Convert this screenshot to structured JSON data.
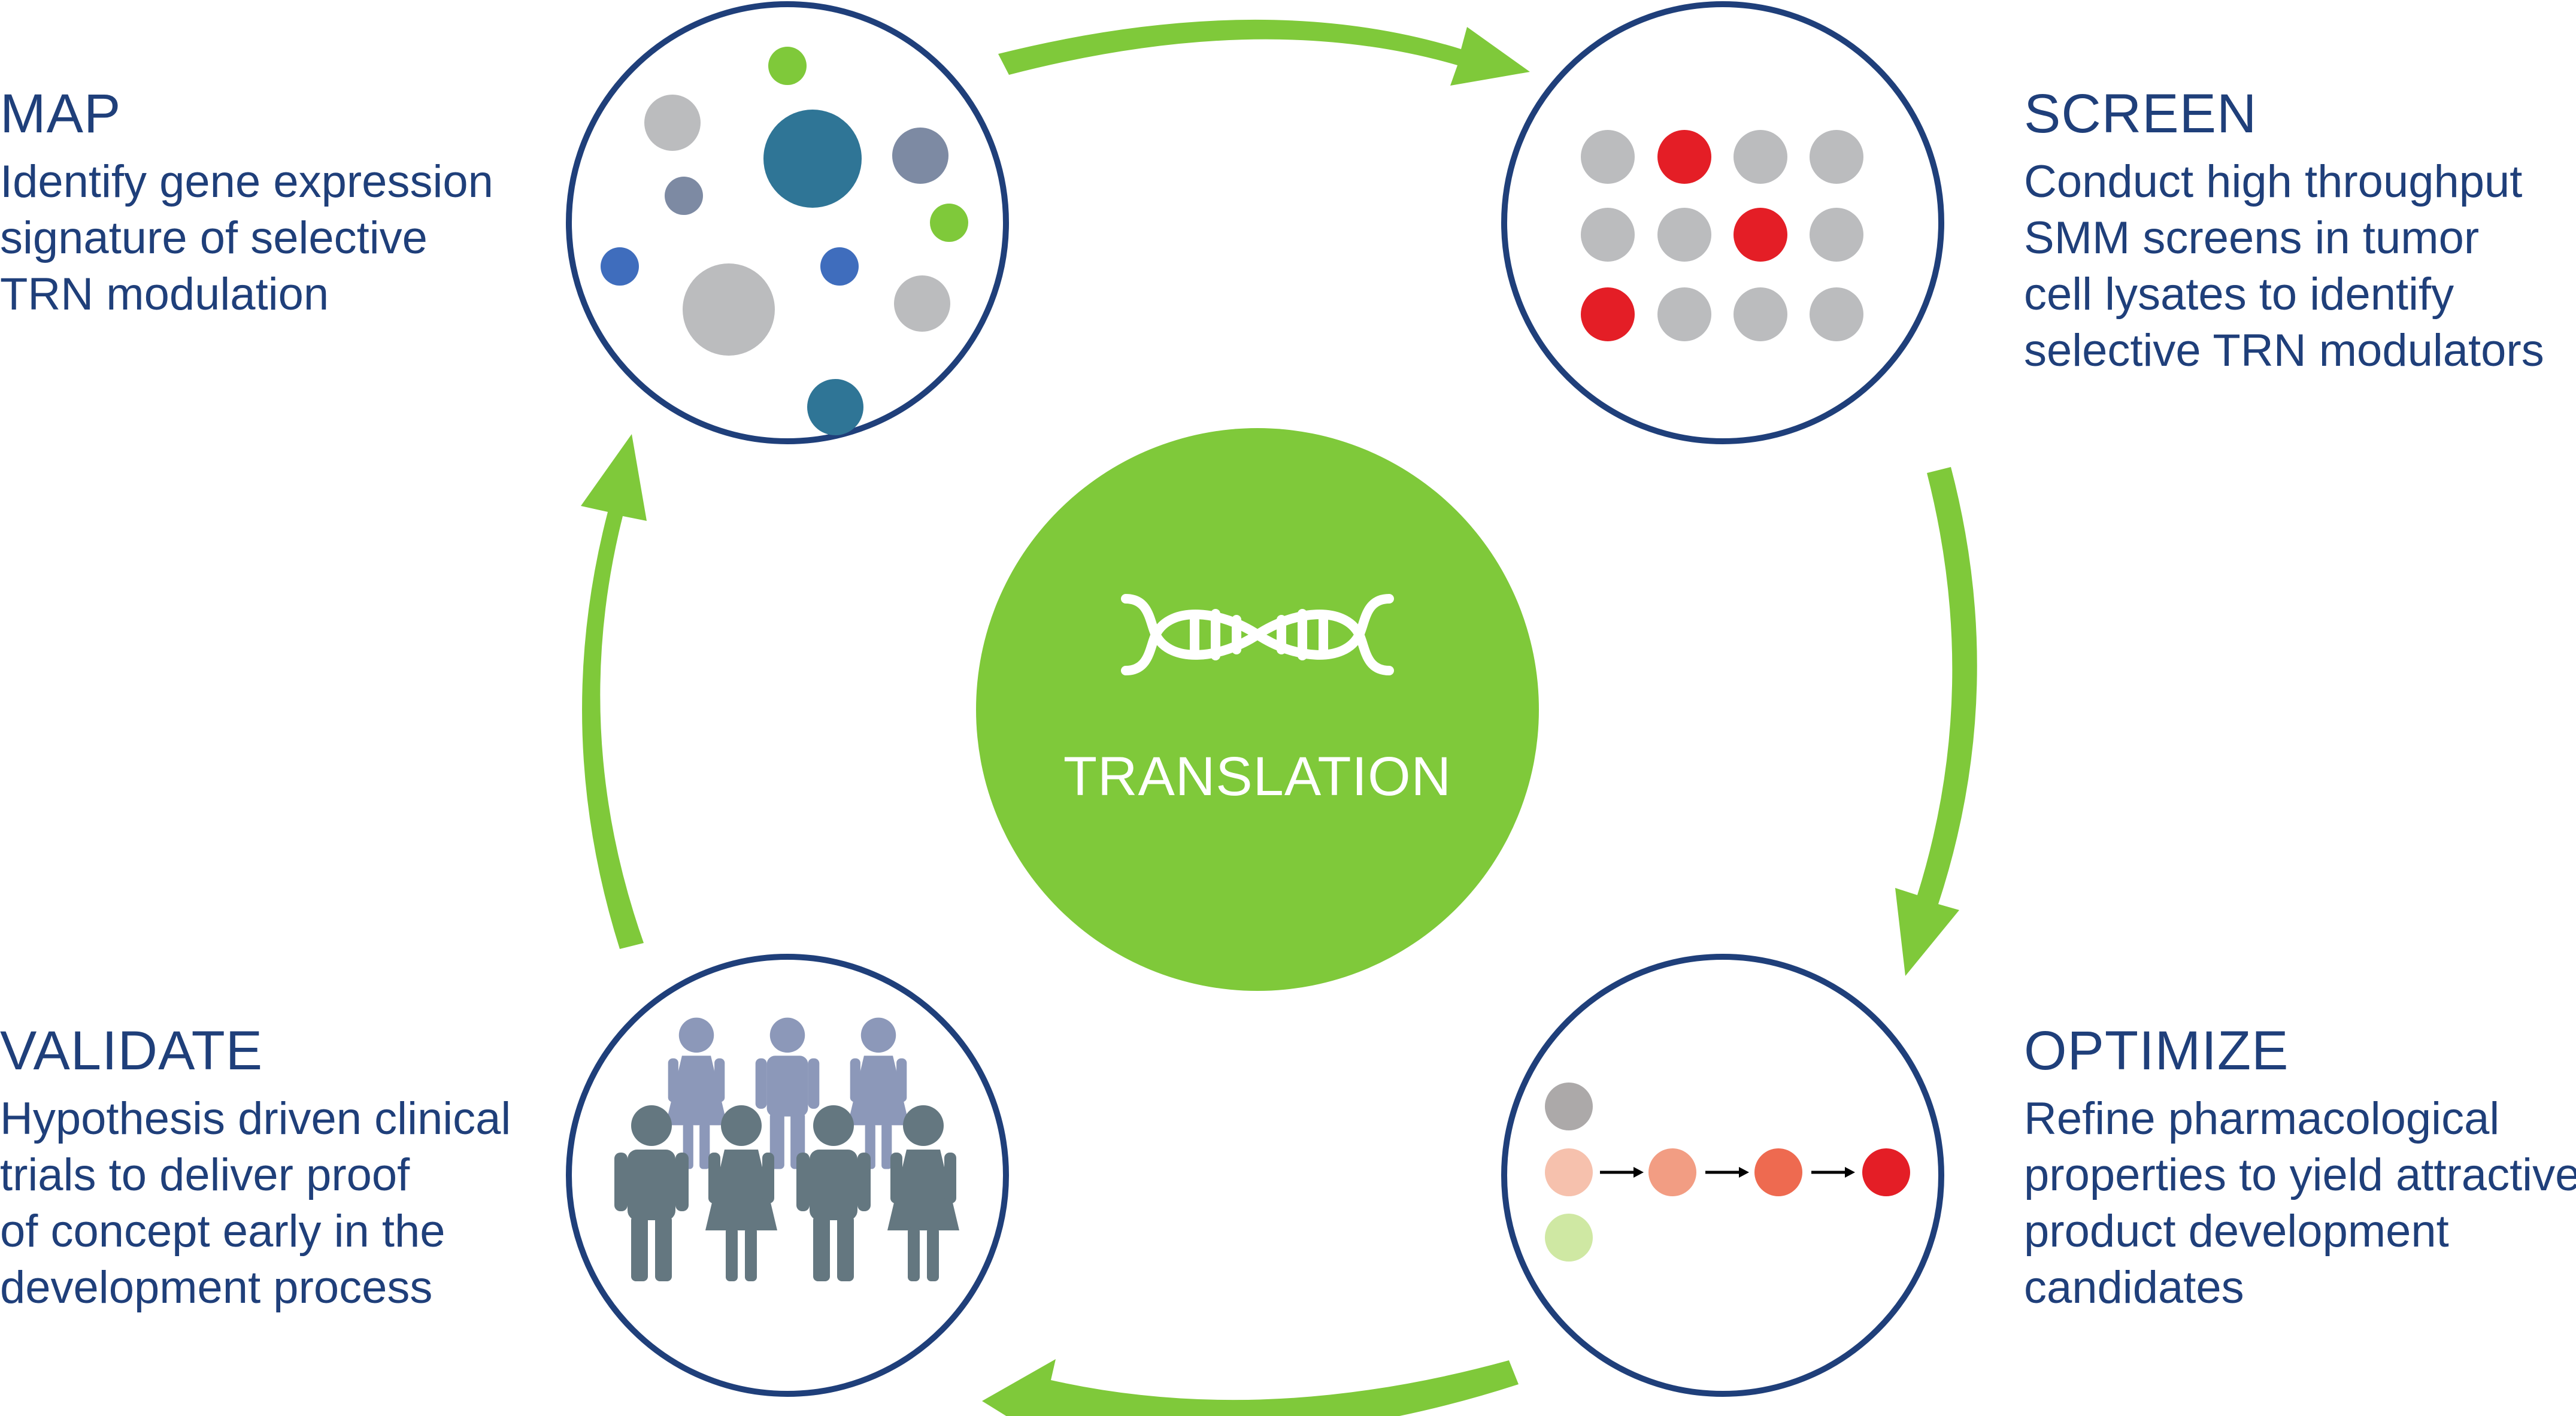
{
  "center": {
    "label": "TRANSLATION",
    "icon": "dna-icon"
  },
  "stages": [
    {
      "id": "map",
      "title": "MAP",
      "lines": [
        "Identify gene expression",
        "signature of selective",
        "TRN modulation"
      ]
    },
    {
      "id": "screen",
      "title": "SCREEN",
      "lines": [
        "Conduct high throughput",
        "SMM screens in tumor",
        "cell lysates to identify",
        "selective TRN modulators"
      ]
    },
    {
      "id": "optimize",
      "title": "OPTIMIZE",
      "lines": [
        "Refine pharmacological",
        "properties to yield attractive",
        "product development",
        "candidates"
      ]
    },
    {
      "id": "validate",
      "title": "VALIDATE",
      "lines": [
        "Hypothesis driven clinical",
        "trials to deliver proof",
        "of concept early in the",
        "development process"
      ]
    }
  ],
  "colors": {
    "green": "#7fc93a",
    "navy": "#1f3f7a",
    "gray": "#bbbcbe",
    "red": "#e41e26",
    "teal": "#2f7596",
    "slate": "#7d8aa3",
    "blue": "#3f6dbd",
    "person_light": "#8c98b9",
    "person_dark": "#647780"
  }
}
